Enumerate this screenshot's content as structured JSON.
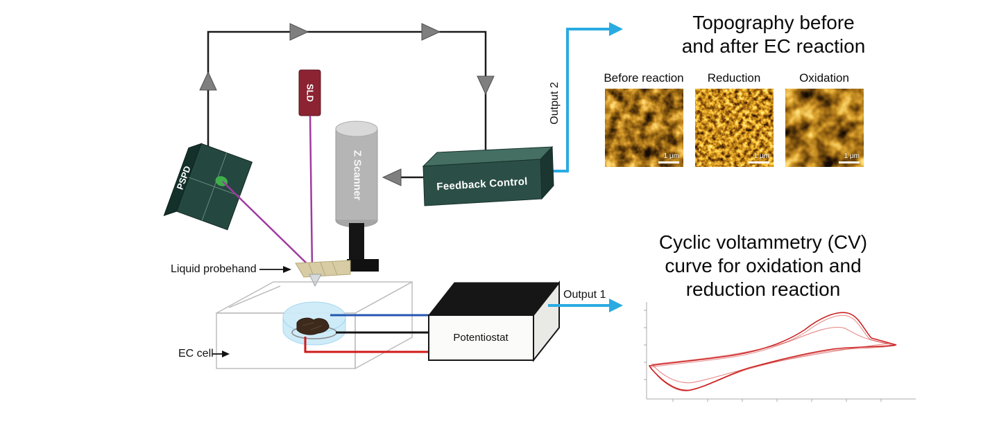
{
  "colors": {
    "accent_cyan": "#29ABE2",
    "laser_purple": "#A03AA0",
    "teal_dark": "#2B4F46",
    "sld_red": "#8B2332",
    "wire_blue": "#2456B0",
    "wire_red": "#D11A1A",
    "cv_red": "#CC2222",
    "afm_gold": "#C8922A"
  },
  "diagram": {
    "pspd_label": "PSPD",
    "sld_label": "SLD",
    "z_scanner_label": "Z Scanner",
    "feedback_label": "Feedback Control",
    "probehand_label": "Liquid probehand",
    "ec_cell_label": "EC cell",
    "potentiostat_label": "Potentiostat",
    "output1_label": "Output 1",
    "output2_label": "Output 2"
  },
  "topography": {
    "title_line1": "Topography before",
    "title_line2": "and after EC reaction",
    "images": [
      {
        "label": "Before reaction",
        "scale": "1 μm"
      },
      {
        "label": "Reduction",
        "scale": "1 μm"
      },
      {
        "label": "Oxidation",
        "scale": "1 μm"
      }
    ]
  },
  "cv": {
    "title_line1": "Cyclic voltammetry (CV)",
    "title_line2": "curve for oxidation and",
    "title_line3": "reduction reaction"
  },
  "chart_data": {
    "type": "line",
    "title": "Cyclic voltammetry (CV) curve for oxidation and reduction reaction",
    "description": "Closed CV hysteresis loop: anodic (oxidation) peak at upper right, cathodic (reduction) dip at lower left; two overlapping scan cycles drawn in red; axis tick labels too small to be legible in source image",
    "legend_position": "none",
    "series": [
      {
        "name": "CV cycle (outer)",
        "color": "#CC2222"
      },
      {
        "name": "CV cycle (inner)",
        "color": "#E89090"
      }
    ]
  }
}
